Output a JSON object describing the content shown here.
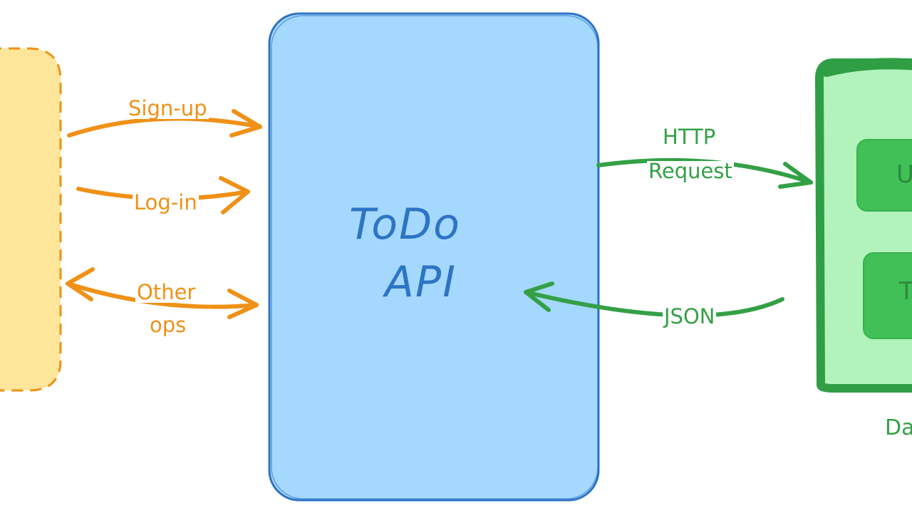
{
  "api": {
    "title_line1": "ToDo",
    "title_line2": "API"
  },
  "client_arrows": {
    "signup": "Sign-up",
    "login": "Log-in",
    "other_line1": "Other",
    "other_line2": "ops"
  },
  "db_arrows": {
    "http_line1": "HTTP",
    "http_line2": "Request",
    "json": "JSON"
  },
  "database": {
    "item1_partial": "U",
    "item2_partial": "T",
    "caption_partial": "Da"
  },
  "colors": {
    "client_fill": "#fde69a",
    "client_stroke": "#ef9116",
    "api_fill": "#a5d8ff",
    "api_stroke": "#2d74c4",
    "db_fill": "#b2f2bb",
    "db_stroke": "#2f9e44",
    "db_item_fill": "#40c057",
    "arrow_orange": "#ef9116",
    "arrow_green": "#34a046"
  }
}
